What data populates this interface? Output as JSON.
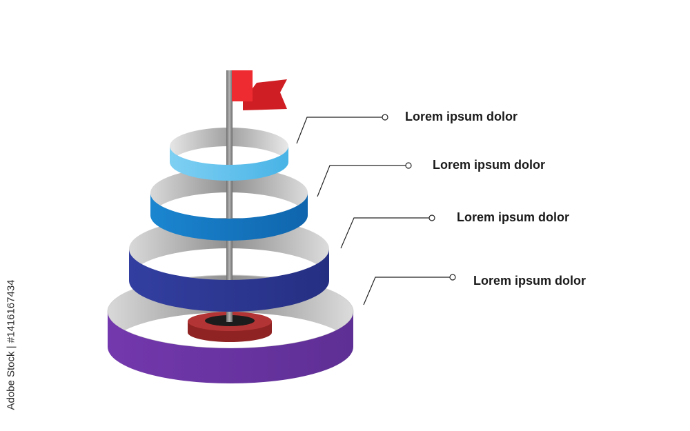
{
  "labels": [
    "Lorem ipsum dolor",
    "Lorem ipsum dolor",
    "Lorem ipsum dolor",
    "Lorem ipsum dolor"
  ],
  "watermark": "Adobe Stock | #1416167434",
  "colors": {
    "ring1": "#5bc0ec",
    "ring2": "#1679c4",
    "ring3": "#2c3893",
    "ring4": "#6a36a2",
    "ring_inner": "#a8a8a8",
    "pole": "#8e8e8e",
    "flag": "#e3262b",
    "base": "#a72f2f",
    "hole": "#1c1c1c",
    "leader": "#222222"
  }
}
